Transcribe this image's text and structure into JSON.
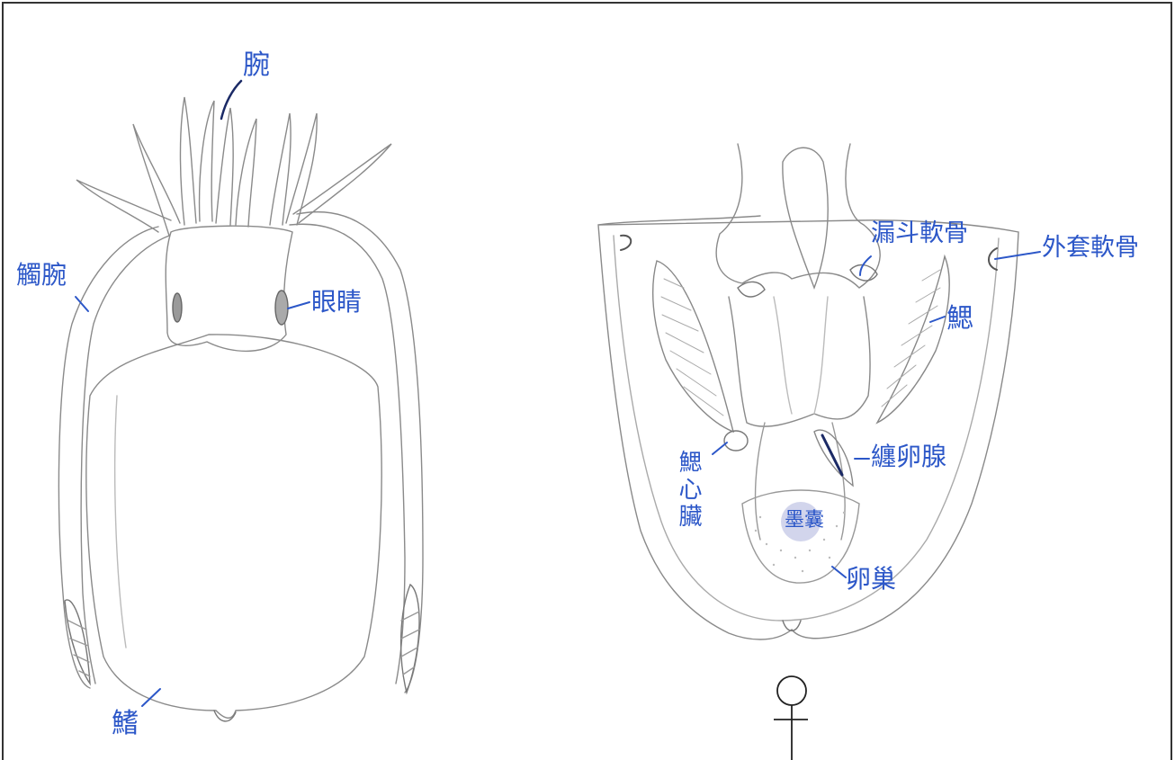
{
  "colors": {
    "frame": "#333333",
    "pencil": "#8a8a8a",
    "pencil_dark": "#5a5a5a",
    "label_ink": "#2c57c8",
    "pointer_ink": "#1b2a66",
    "stain": "#7d86c8"
  },
  "left_figure": {
    "labels": {
      "arm": "腕",
      "tentacle": "觸腕",
      "eye": "眼睛",
      "fin": "鰭"
    }
  },
  "right_figure": {
    "labels": {
      "funnel_cartilage": "漏斗軟骨",
      "mantle_cartilage": "外套軟骨",
      "gill": "鰓",
      "nidamental_gland": "纏卵腺",
      "branchial_heart": "鰓心臟",
      "ink_sac": "墨囊",
      "ovary": "卵巢"
    },
    "sex_symbol": "♀"
  }
}
